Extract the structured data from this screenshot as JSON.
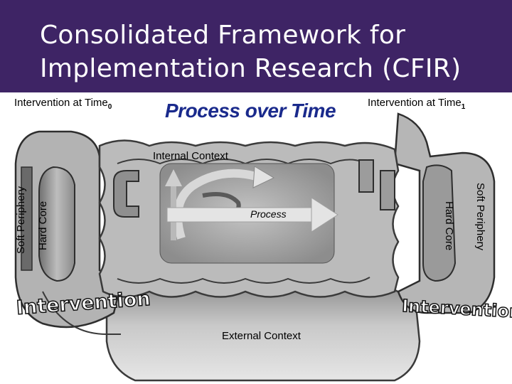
{
  "slide": {
    "title_line1": "Consolidated Framework for",
    "title_line2": "Implementation Research (CFIR)"
  },
  "diagram": {
    "left_intervention_label": "Intervention at Time",
    "left_intervention_sub": "0",
    "right_intervention_label": "Intervention at Time",
    "right_intervention_sub": "1",
    "process_over_time": "Process over Time",
    "internal_context": "Internal Context",
    "external_context": "External Context",
    "process": "Process",
    "left_outer": "Soft Periphery",
    "left_inner": "Hard Core",
    "right_outer": "Soft Periphery",
    "right_inner": "Hard Core",
    "left_intervention_word": "Intervention",
    "right_intervention_word": "Intervention"
  },
  "colors": {
    "header_bg": "#3e2465",
    "title_text": "#ffffff",
    "process_over_time_text": "#1a2a8c",
    "shape_gray": "#aaaaaa",
    "dark_gray": "#555555",
    "external_bg": "#cfcfcf"
  }
}
